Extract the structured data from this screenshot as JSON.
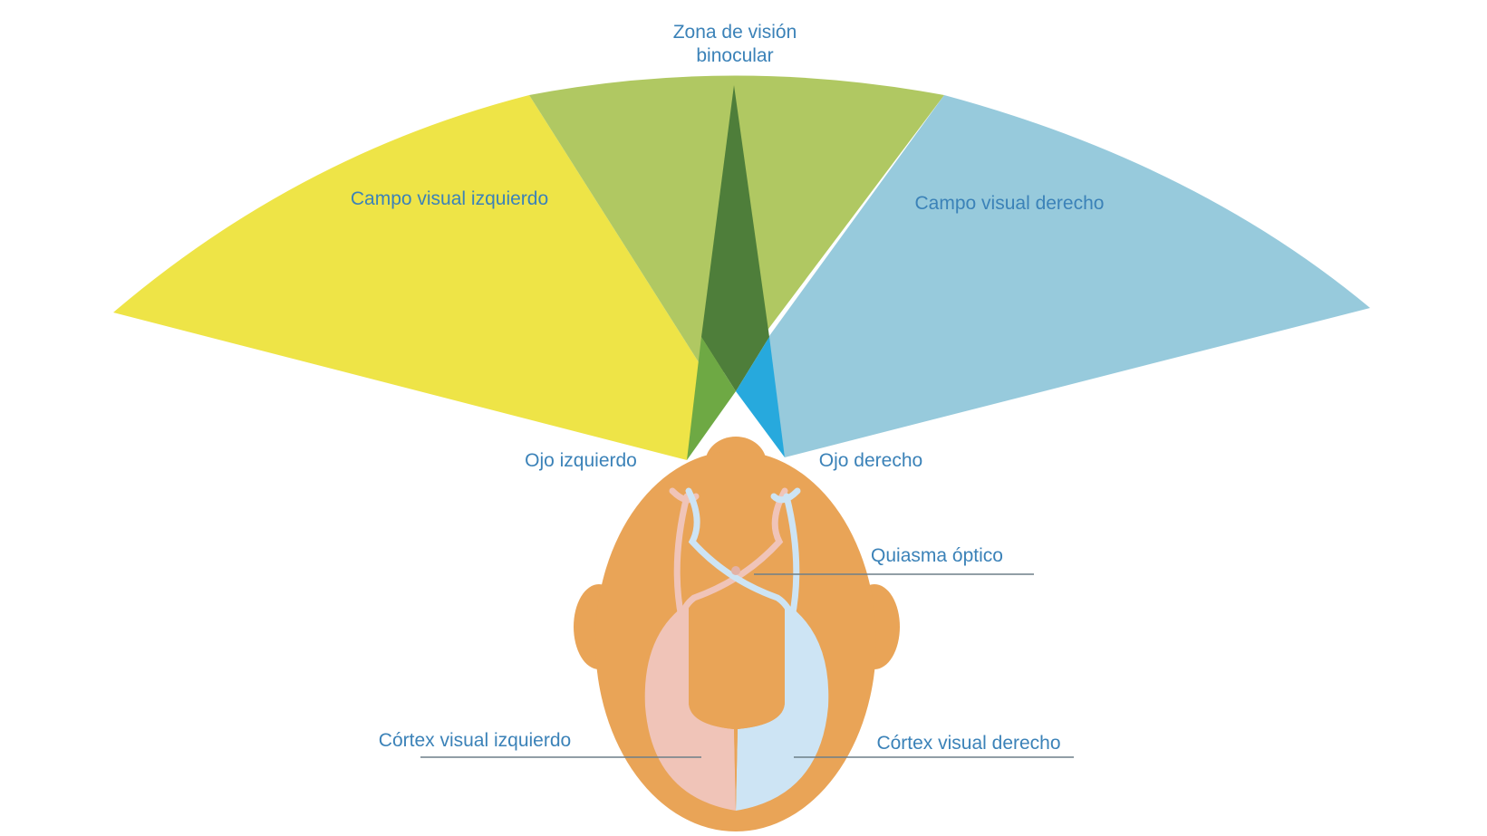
{
  "labels": {
    "binocular_line1": "Zona de visión",
    "binocular_line2": "binocular",
    "left_field": "Campo visual izquierdo",
    "right_field": "Campo visual derecho",
    "left_eye": "Ojo izquierdo",
    "right_eye": "Ojo derecho",
    "chiasm": "Quiasma óptico",
    "left_cortex": "Córtex visual izquierdo",
    "right_cortex": "Córtex visual derecho"
  },
  "colors": {
    "label_text": "#3b82b8",
    "left_field": "#eee447",
    "central_field": "#b0c862",
    "right_field": "#97cadc",
    "binocular_zone": "#4e7e3a",
    "left_eye_wedge": "#6ea944",
    "right_eye_wedge": "#27a9dd",
    "head": "#e9a457",
    "left_pathway": "#f0c4b8",
    "right_pathway": "#cde4f4",
    "leader_line": "#6d7f88"
  }
}
